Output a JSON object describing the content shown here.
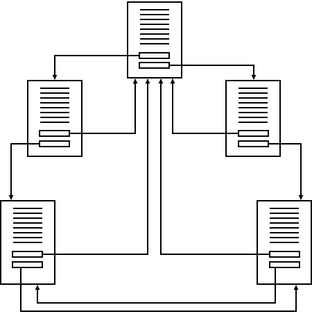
{
  "diagram": {
    "stroke_color": "#000000",
    "fill_color": "#ffffff",
    "description_text": "",
    "documents": [
      {
        "id": "top"
      },
      {
        "id": "mid-left"
      },
      {
        "id": "mid-right"
      },
      {
        "id": "bottom-left"
      },
      {
        "id": "bottom-right"
      }
    ]
  }
}
